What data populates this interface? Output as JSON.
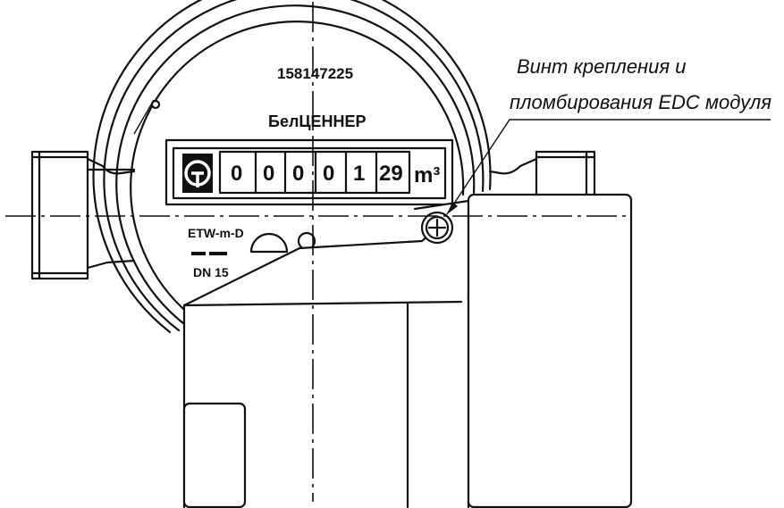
{
  "meter": {
    "serial_number": "158147225",
    "brand": "БелЦЕННЕР",
    "counter_digits": [
      "0",
      "0",
      "0",
      "0",
      "1",
      "29"
    ],
    "unit": "m³",
    "model": "ETW-m-D",
    "nominal_diameter": "DN 15"
  },
  "callout": {
    "line1": "Винт крепления и",
    "line2": "пломбирования EDC модуля"
  }
}
